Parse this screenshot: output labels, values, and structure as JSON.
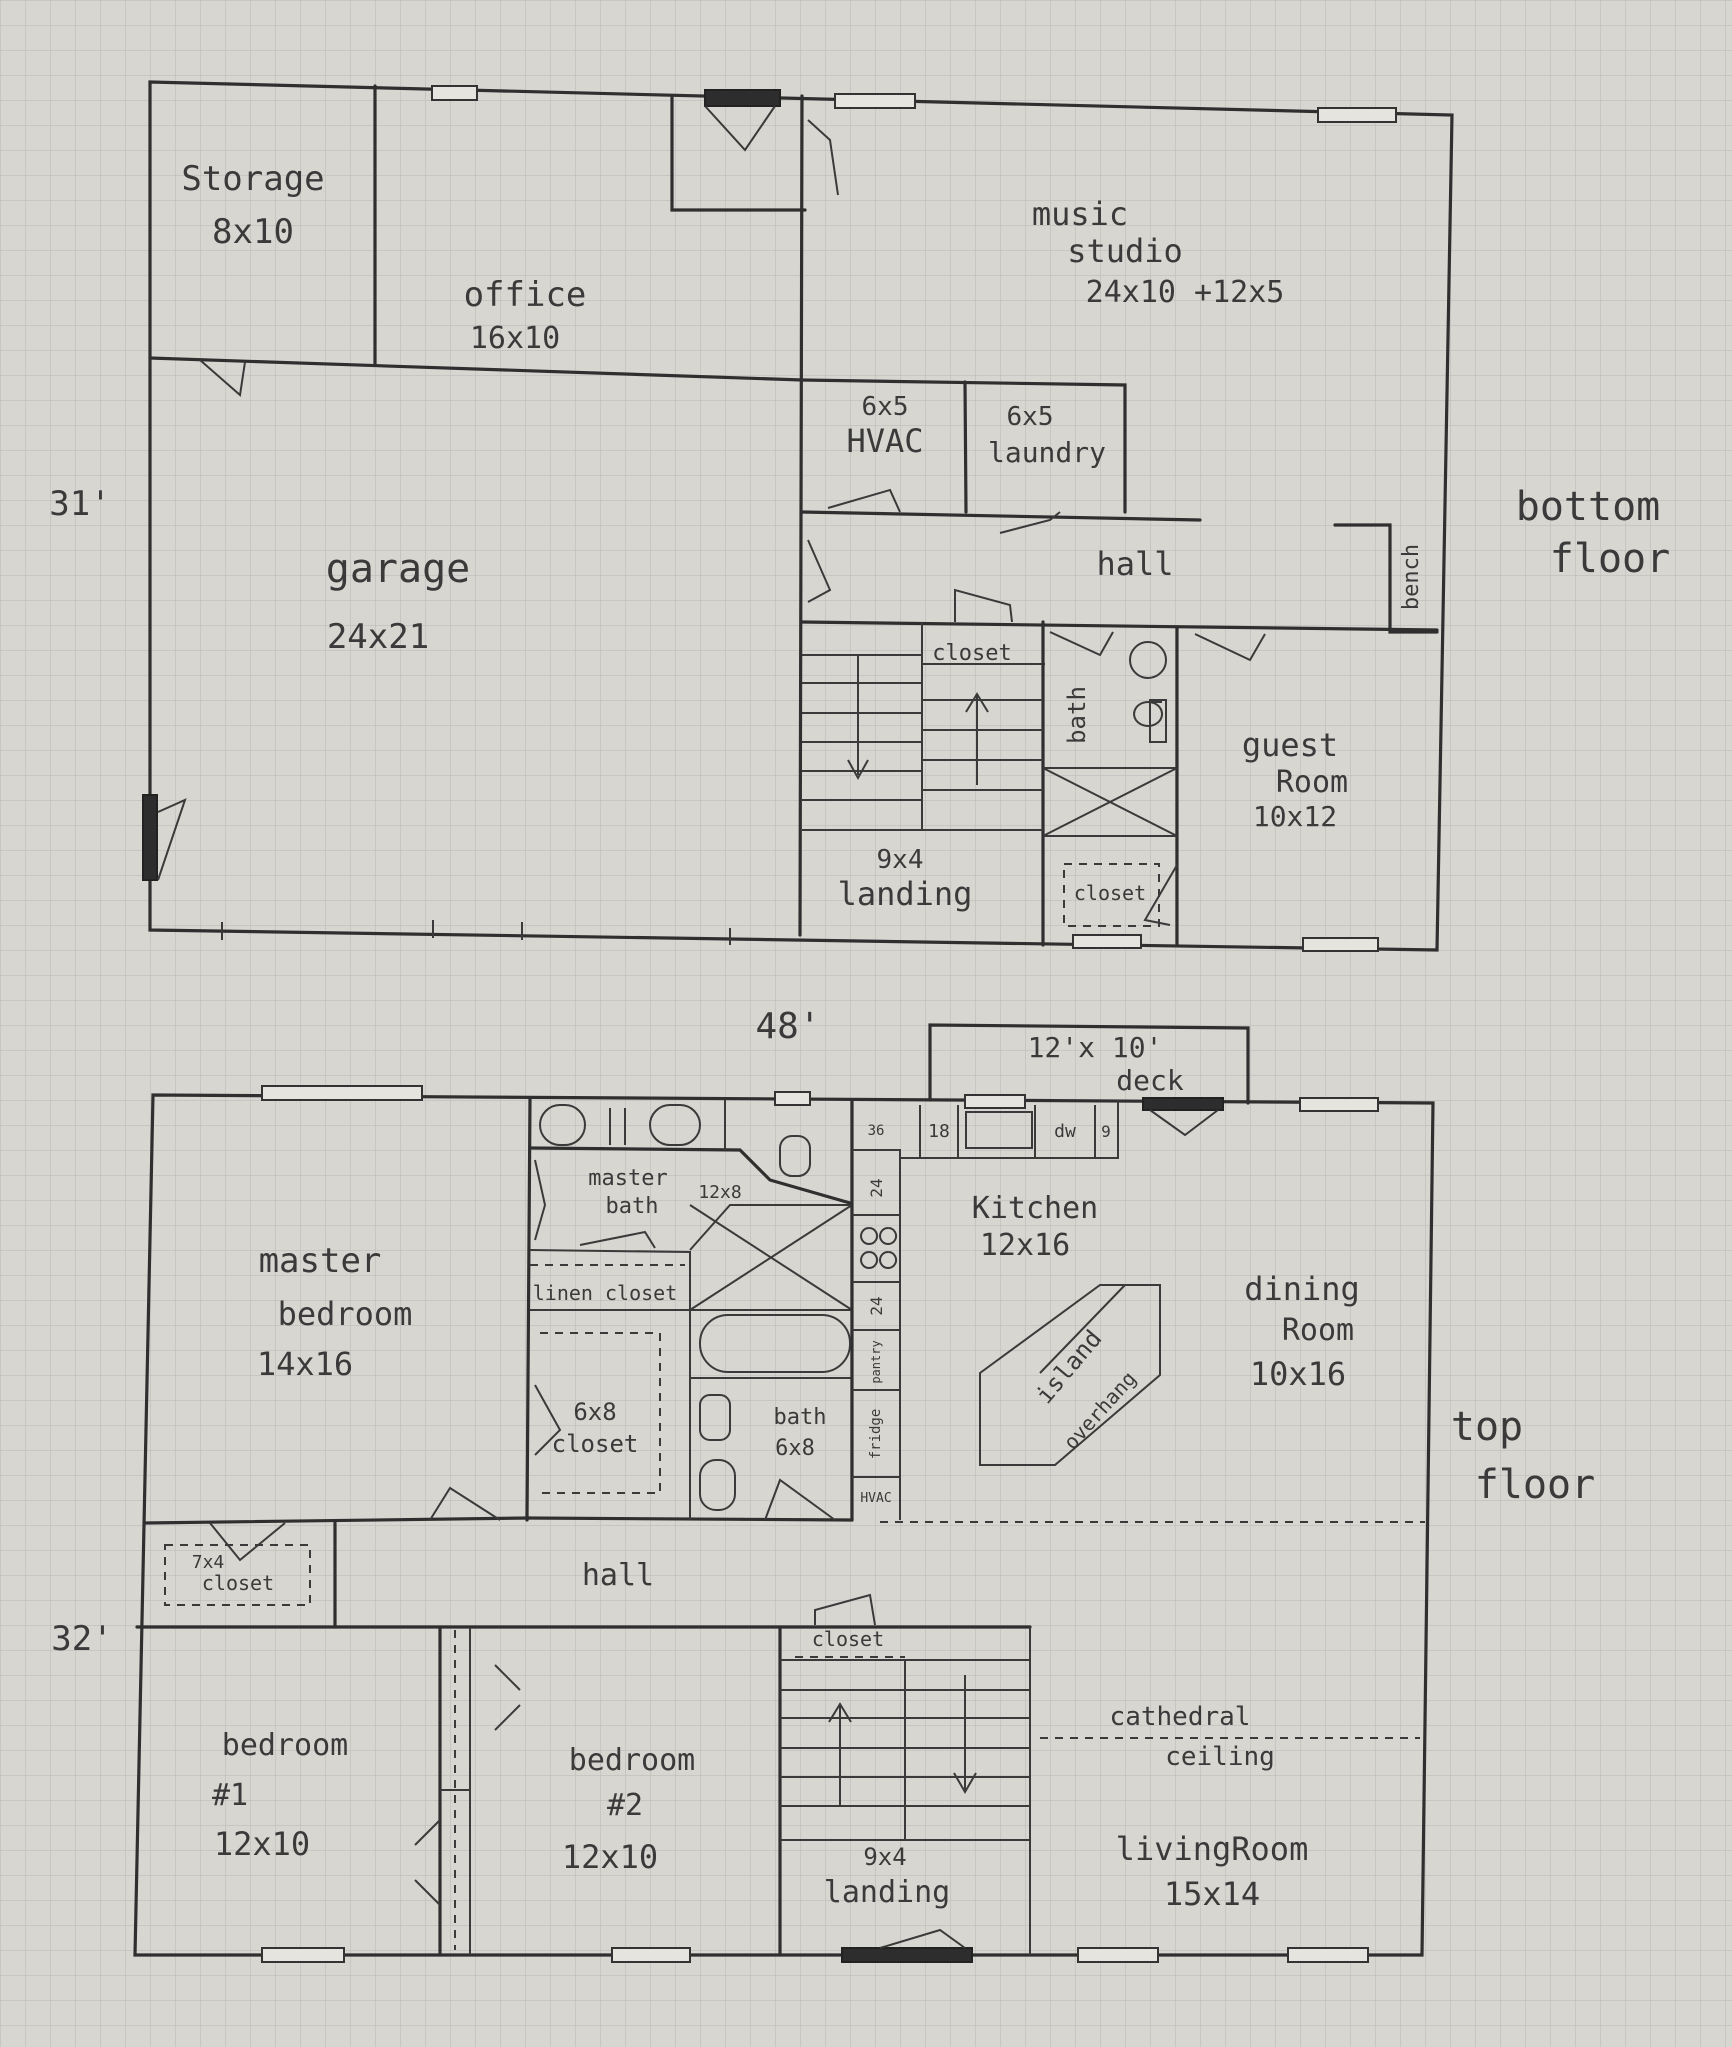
{
  "dimensions": {
    "top_depth": "31'",
    "bottom_depth": "32'",
    "width": "48'",
    "deck_size": "12'x 10'"
  },
  "bottom_floor": {
    "floor_title_1": "bottom",
    "floor_title_2": "floor",
    "storage": {
      "name": "Storage",
      "size": "8x10"
    },
    "office": {
      "name": "office",
      "size": "16x10"
    },
    "music": {
      "name1": "music",
      "name2": "studio",
      "size": "24x10 +12x5"
    },
    "hvac": {
      "size": "6x5",
      "name": "HVAC"
    },
    "laundry": {
      "size": "6x5",
      "name": "laundry"
    },
    "hall": "hall",
    "bench": "bench",
    "garage": {
      "name": "garage",
      "size": "24x21"
    },
    "closet": "closet",
    "bath": "bath",
    "guest": {
      "name1": "guest",
      "name2": "Room",
      "size": "10x12"
    },
    "landing": {
      "size": "9x4",
      "name": "landing"
    },
    "closet2": "closet"
  },
  "top_floor": {
    "floor_title_1": "top",
    "floor_title_2": "floor",
    "deck": "deck",
    "counter_18": "18",
    "dw": "dw",
    "counter_9": "9",
    "counter_36": "36",
    "counter_24a": "24",
    "counter_24b": "24",
    "pantry": "pantry",
    "fridge": "fridge",
    "hvac": "HVAC",
    "master_bath": {
      "name1": "master",
      "name2": "bath",
      "size": "12x8"
    },
    "linen_closet": "linen closet",
    "master_bed": {
      "name1": "master",
      "name2": "bedroom",
      "size": "14x16"
    },
    "closet_6x8": {
      "size": "6x8",
      "name": "closet"
    },
    "bath_6x8": {
      "name": "bath",
      "size": "6x8"
    },
    "kitchen": {
      "name": "Kitchen",
      "size": "12x16"
    },
    "island": "island",
    "overhang": "overhang",
    "dining": {
      "name1": "dining",
      "name2": "Room",
      "size": "10x16"
    },
    "closet_7x4": {
      "size": "7x4",
      "name": "closet"
    },
    "hall": "hall",
    "closet_stair": "closet",
    "cathedral_1": "cathedral",
    "cathedral_2": "ceiling",
    "bed1": {
      "name1": "bedroom",
      "name2": "#1",
      "size": "12x10"
    },
    "bed2": {
      "name1": "bedroom",
      "name2": "#2",
      "size": "12x10"
    },
    "landing": {
      "size": "9x4",
      "name": "landing"
    },
    "living": {
      "name": "livingRoom",
      "size": "15x14"
    }
  }
}
